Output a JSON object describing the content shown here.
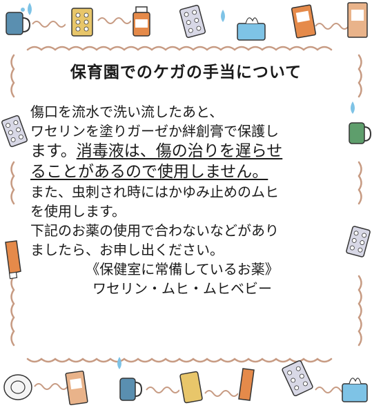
{
  "document": {
    "title": "保育園でのケガの手当について",
    "lines": [
      "傷口を流水で洗い流したあと、",
      "ワセリンを塗りガーゼか絆創膏で保護し",
      "ます。",
      "消毒液は、傷の治りを遅らせ",
      "ることがあるので使用しません。",
      "また、虫刺され時にはかゆみ止めのムヒ",
      "を使用します。",
      "下記のお薬の使用で合わないなどがあり",
      "ましたら、お申し出ください。"
    ],
    "list_heading": "《保健室に常備しているお薬》",
    "list_items": "ワセリン・ムヒ・ムヒベビー"
  },
  "colors": {
    "border": "#c79b83",
    "mug": "#5a8fb0",
    "mug_green": "#5e9e6c",
    "tube": "#e58a4a",
    "box": "#e9b38a",
    "pill_sheet": "#d8d8e6",
    "drop": "#7ec3e6"
  }
}
